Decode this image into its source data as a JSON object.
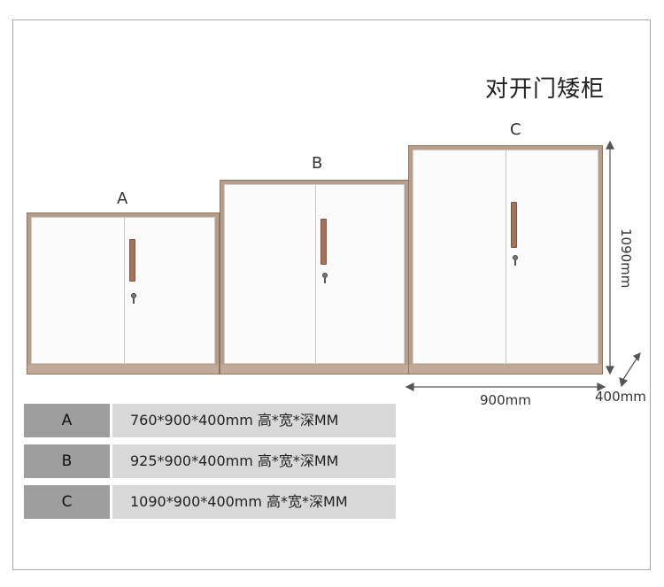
{
  "title": "对开门矮柜",
  "cabinets": [
    {
      "label": "A"
    },
    {
      "label": "B"
    },
    {
      "label": "C"
    }
  ],
  "dimensions": {
    "height": "1090mm",
    "width": "900mm",
    "depth": "400mm"
  },
  "specs": [
    {
      "key": "A",
      "value": "760*900*400mm 高*宽*深MM"
    },
    {
      "key": "B",
      "value": "925*900*400mm 高*宽*深MM"
    },
    {
      "key": "C",
      "value": "1090*900*400mm 高*宽*深MM"
    }
  ],
  "colors": {
    "frame": "#b79e8b",
    "door": "#fbfbfb",
    "handle": "#a3735a",
    "key_cell": "#9e9e9e",
    "value_cell": "#d8d8d8"
  }
}
